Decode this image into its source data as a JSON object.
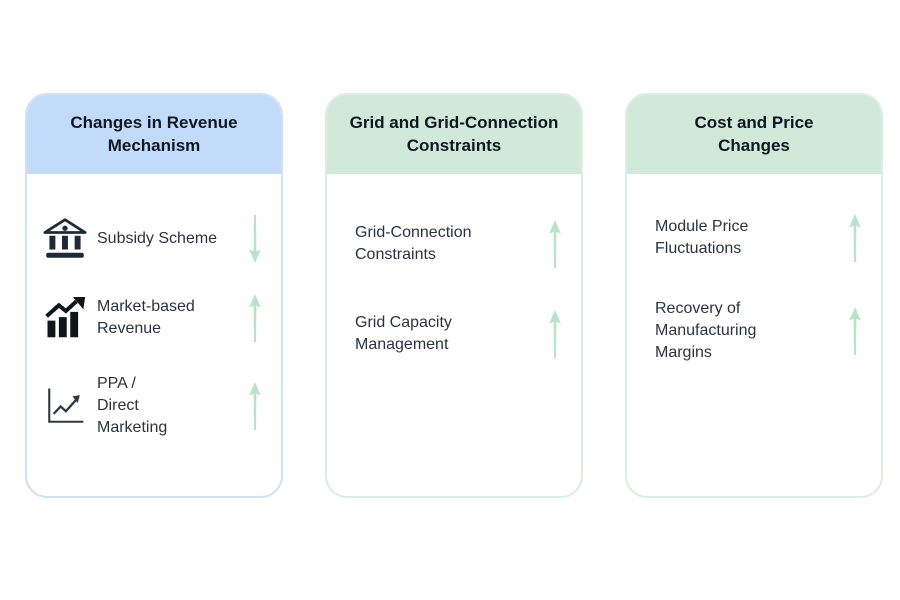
{
  "page": {
    "background": "#ffffff"
  },
  "colors": {
    "blue_header": "#c2dbfa",
    "blue_border": "#cfe1f9",
    "green_header": "#d1e9d9",
    "green_border": "#daeee1",
    "trend_arrow": "#b9e3c7",
    "icon_dark": "#1d2b38",
    "title_text": "#0f1722",
    "body_text": "#2a333f"
  },
  "cards": [
    {
      "title": "Changes in Revenue\nMechanism",
      "header_color": "#c2dbfa",
      "items": [
        {
          "label": "Subsidy Scheme",
          "icon": "bank-icon",
          "trend": "down"
        },
        {
          "label": "Market-based\nRevenue",
          "icon": "bar-chart-icon",
          "trend": "up"
        },
        {
          "label": "PPA /\nDirect\nMarketing",
          "icon": "line-chart-icon",
          "trend": "up"
        }
      ]
    },
    {
      "title": "Grid and Grid-Connection\nConstraints",
      "header_color": "#d1e9d9",
      "items": [
        {
          "label": "Grid-Connection\nConstraints",
          "trend": "up"
        },
        {
          "label": "Grid Capacity\nManagement",
          "trend": "up"
        }
      ]
    },
    {
      "title": "Cost and Price\nChanges",
      "header_color": "#d1e9d9",
      "items": [
        {
          "label": "Module Price\nFluctuations",
          "trend": "up"
        },
        {
          "label": "Recovery of\nManufacturing\nMargins",
          "trend": "up"
        }
      ]
    }
  ]
}
